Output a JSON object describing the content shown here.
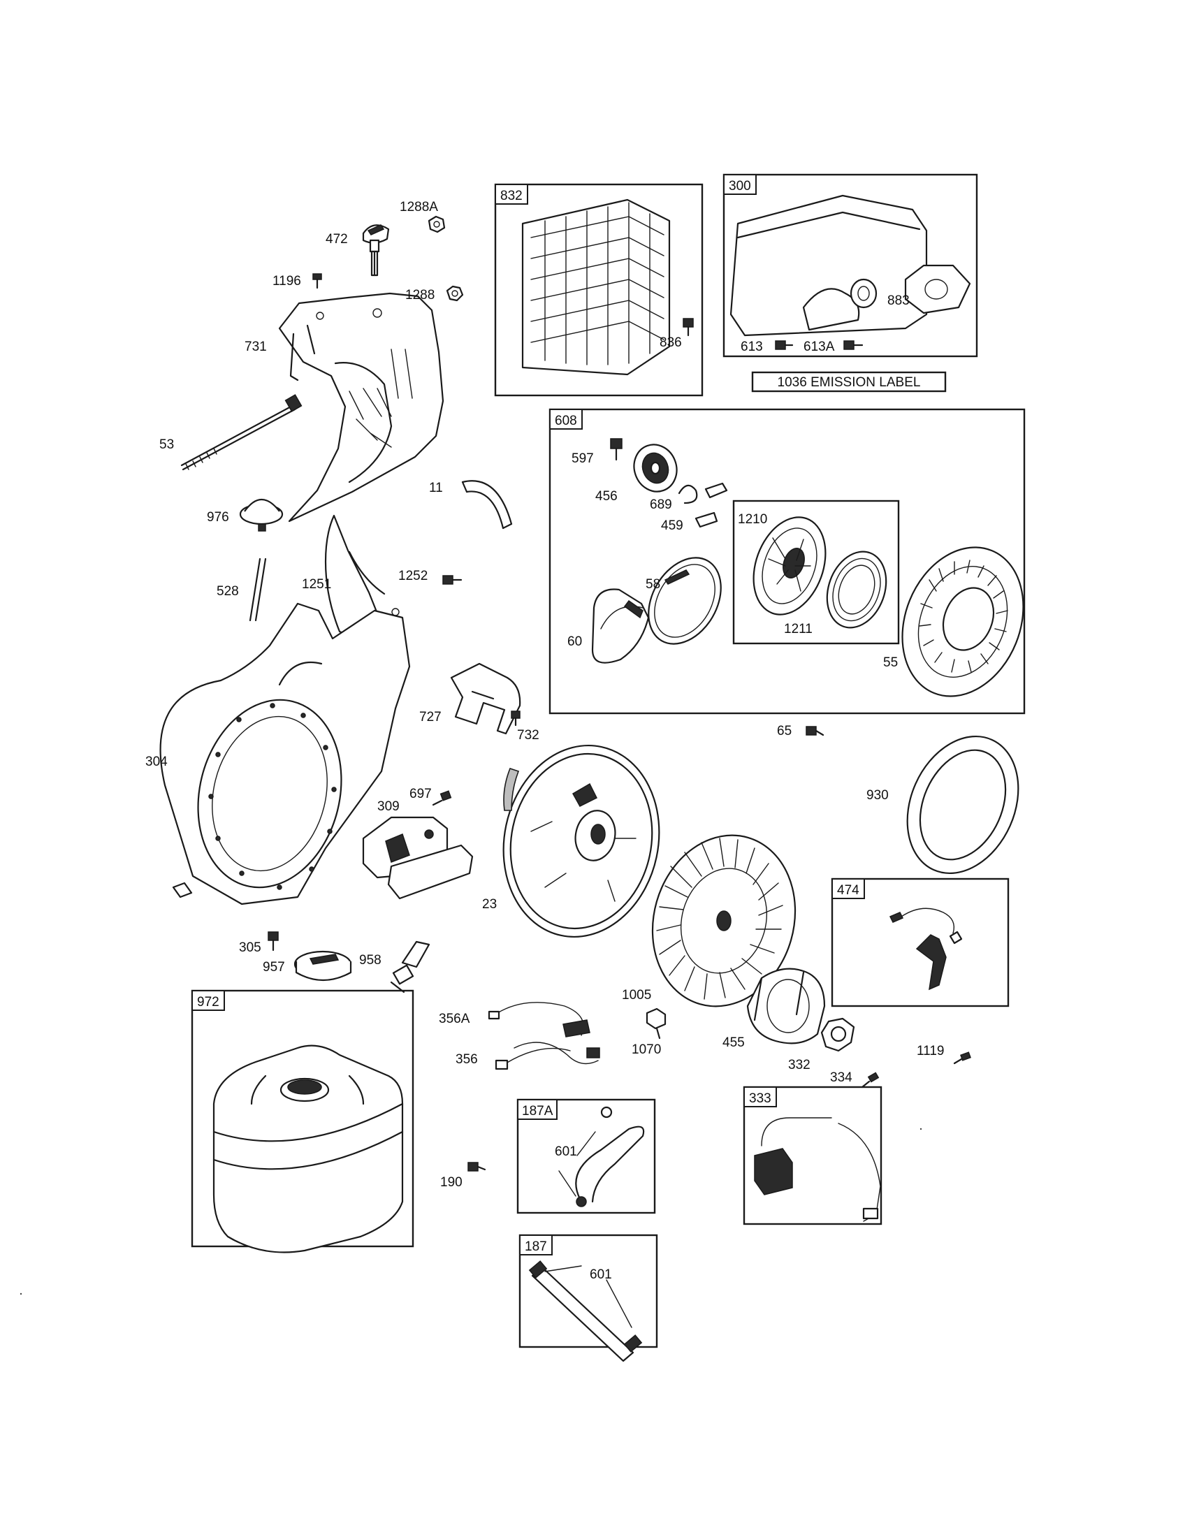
{
  "labels": {
    "l1288A": "1288A",
    "l472": "472",
    "l1196": "1196",
    "l1288": "1288",
    "l731": "731",
    "l53": "53",
    "l11": "11",
    "l976": "976",
    "l528": "528",
    "l1251": "1251",
    "l1252": "1252",
    "l836": "836",
    "l883": "883",
    "l613": "613",
    "l613A": "613A",
    "l597": "597",
    "l456": "456",
    "l689": "689",
    "l459": "459",
    "l58": "58",
    "l60": "60",
    "l1211": "1211",
    "l55": "55",
    "l65": "65",
    "l727": "727",
    "l732": "732",
    "l304": "304",
    "l309": "309",
    "l697": "697",
    "l930": "930",
    "l23": "23",
    "l305": "305",
    "l957": "957",
    "l958": "958",
    "l1005": "1005",
    "l356A": "356A",
    "l356": "356",
    "l1070": "1070",
    "l455": "455",
    "l332": "332",
    "l1119": "1119",
    "l334": "334",
    "l190": "190",
    "l601a": "601",
    "l601b": "601"
  },
  "boxes": {
    "b832": "832",
    "b300": "300",
    "b608": "608",
    "b1210": "1210",
    "b474": "474",
    "b972": "972",
    "b187A": "187A",
    "b333": "333",
    "b187": "187"
  },
  "emission_label": "1036 EMISSION LABEL"
}
